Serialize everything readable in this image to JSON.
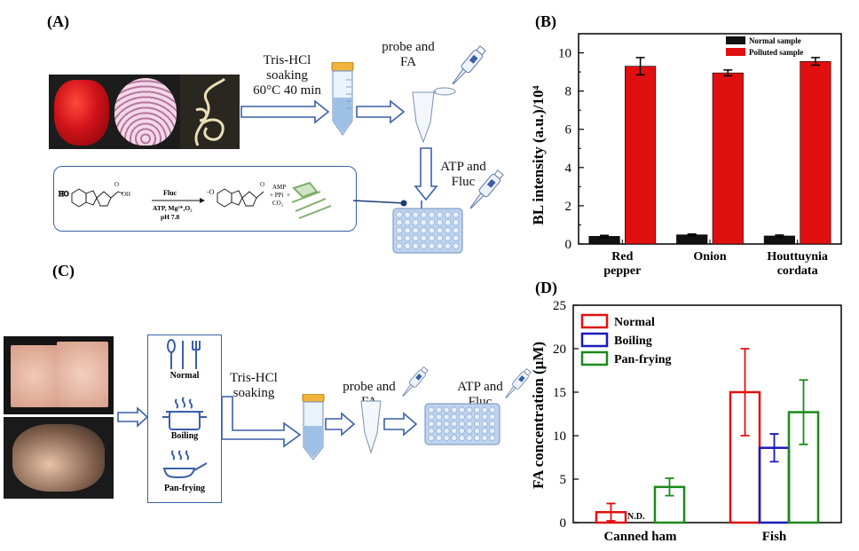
{
  "panels": {
    "a": "(A)",
    "b": "(B)",
    "c": "(C)",
    "d": "(D)"
  },
  "panel_a": {
    "step1": [
      "Tris-HCl",
      "soaking",
      "60°C 40 min"
    ],
    "step2": [
      "probe and",
      "FA"
    ],
    "step3": [
      "ATP and",
      "Fluc"
    ],
    "reaction": {
      "enzyme": "Fluc",
      "conditions_1": "ATP, Mg²⁺,O₂",
      "conditions_2": "pH 7.8",
      "products": [
        "AMP",
        "+ PPi",
        "+",
        "CO₂"
      ]
    }
  },
  "panel_c": {
    "methods": [
      "Normal",
      "Boiling",
      "Pan-frying"
    ],
    "step1": [
      "Tris-HCl",
      "soaking"
    ],
    "step2": [
      "probe and",
      "FA"
    ],
    "step3": [
      "ATP and",
      "Fluc"
    ]
  },
  "colors": {
    "red": "#e01010",
    "black": "#111111",
    "blue": "#1a1ab8",
    "green": "#1a8a1a",
    "diagram_blue": "#3a5fa8"
  },
  "chart_data": [
    {
      "type": "bar",
      "ylabel": "BL intensity (a.u.)/10⁴",
      "categories": [
        [
          "Red",
          "pepper"
        ],
        [
          "Onion"
        ],
        [
          "Houttuynia",
          "cordata"
        ]
      ],
      "series": [
        {
          "name": "Normal sample",
          "color": "#111111",
          "values": [
            0.4,
            0.48,
            0.42
          ],
          "errors": [
            0.05,
            0.04,
            0.05
          ]
        },
        {
          "name": "Polluted sample",
          "color": "#e01010",
          "values": [
            9.3,
            8.95,
            9.55
          ],
          "errors": [
            0.45,
            0.15,
            0.2
          ]
        }
      ],
      "ylim": [
        0,
        11
      ],
      "yticks": [
        0,
        2,
        4,
        6,
        8,
        10
      ],
      "legend": "top-right"
    },
    {
      "type": "bar",
      "ylabel": "FA concentration (μM)",
      "categories": [
        "Canned ham",
        "Fish"
      ],
      "series": [
        {
          "name": "Normal",
          "color": "#e01010",
          "values": [
            1.2,
            15.0
          ],
          "errors": [
            1.0,
            5.0
          ]
        },
        {
          "name": "Boiling",
          "color": "#1a1ab8",
          "values": [
            null,
            8.6
          ],
          "errors": [
            null,
            1.6
          ]
        },
        {
          "name": "Pan-frying",
          "color": "#1a8a1a",
          "values": [
            4.1,
            12.7
          ],
          "errors": [
            1.0,
            3.7
          ]
        }
      ],
      "annotations": [
        {
          "text": "N.D.",
          "category": "Canned ham",
          "series": "Boiling"
        }
      ],
      "ylim": [
        0,
        25
      ],
      "yticks": [
        0,
        5,
        10,
        15,
        20,
        25
      ],
      "legend": "top-left"
    }
  ]
}
